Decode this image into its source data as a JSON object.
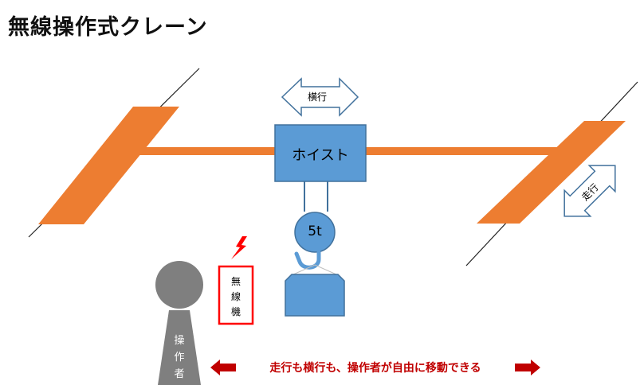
{
  "title": "無線操作式クレーン",
  "labels": {
    "traverse": "横行",
    "travel": "走行",
    "hoist": "ホイスト",
    "capacity": "5t",
    "radio_char1": "無",
    "radio_char2": "線",
    "radio_char3": "機",
    "operator_char1": "操",
    "operator_char2": "作",
    "operator_char3": "者",
    "caption": "走行も横行も、操作者が自由に移動できる"
  },
  "colors": {
    "rail": "#ED7D31",
    "hoist": "#5B9BD5",
    "hoist_border": "#41719C",
    "caption": "#C00000",
    "operator": "#7F7F7F",
    "radio_border": "#FF0000"
  }
}
